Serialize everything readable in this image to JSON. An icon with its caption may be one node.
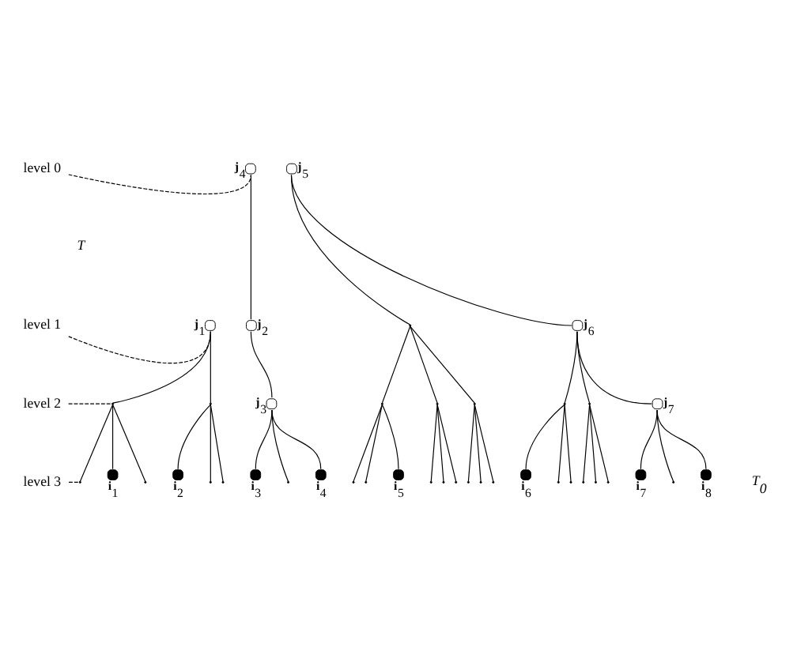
{
  "diagram": {
    "nodes": [
      {
        "text": [
          "level 0"
        ]
      },
      {
        "text": [
          "**j**$_{4}$"
        ]
      },
      {
        "text": [
          "**j**$_{5}$"
        ]
      },
      {
        "text": [
          "level 1"
        ]
      },
      {
        "text": [
          "**j**$_{1}$"
        ]
      },
      {
        "text": [
          "**j**$_{2}$"
        ]
      },
      {
        "text": [],
        "shape": "point"
      },
      {
        "text": [
          "**j**$_{6}$"
        ]
      },
      {
        "text": [
          "level 2"
        ]
      },
      {
        "text": [],
        "shape": "point"
      },
      {
        "text": [],
        "shape": "point"
      },
      {
        "text": [
          "**j**$_{3}$"
        ]
      },
      {
        "text": [],
        "shape": "point"
      },
      {
        "text": [],
        "shape": "point"
      },
      {
        "text": [],
        "shape": "point"
      },
      {
        "text": [],
        "shape": "point"
      },
      {
        "text": [],
        "shape": "point"
      },
      {
        "text": [
          "**j**$_{7}$"
        ]
      },
      {
        "text": [
          "level 3"
        ]
      },
      {
        "text": [],
        "shape": "point"
      },
      {
        "text": [
          "**i**$_{1}$"
        ]
      },
      {
        "text": [],
        "shape": "point"
      },
      {
        "text": [
          "**i**$_{2}$"
        ]
      },
      {
        "text": [],
        "shape": "point"
      },
      {
        "text": [],
        "shape": "point"
      },
      {
        "text": [
          "**i**$_{3}$"
        ]
      },
      {
        "text": [],
        "shape": "point"
      },
      {
        "text": [
          "**i**$_{4}$"
        ]
      },
      {
        "text": [],
        "shape": "point"
      },
      {
        "text": [],
        "shape": "point"
      },
      {
        "text": [
          "**i**$_{5}$"
        ]
      },
      {
        "text": [],
        "shape": "point"
      },
      {
        "text": [],
        "shape": "point"
      },
      {
        "text": [],
        "shape": "point"
      },
      {
        "text": [],
        "shape": "point"
      },
      {
        "text": [],
        "shape": "point"
      },
      {
        "text": [],
        "shape": "point"
      },
      {
        "text": [
          "**i**$_{6}$"
        ]
      },
      {
        "text": [],
        "shape": "point"
      },
      {
        "text": [],
        "shape": "point"
      },
      {
        "text": [],
        "shape": "point"
      },
      {
        "text": [],
        "shape": "point"
      },
      {
        "text": [],
        "shape": "point"
      },
      {
        "text": [
          "**i**$_{7}$"
        ]
      },
      {
        "text": [],
        "shape": "point"
      },
      {
        "text": [
          "**i**$_{8}$"
        ]
      }
    ],
    "edges": [
      {
        "from": 0,
        "to": 1,
        "arrow": "none",
        "style": "dashed"
      },
      {
        "from": 3,
        "to": 4,
        "arrow": "none",
        "style": "dashed"
      },
      {
        "from": 8,
        "to": 9,
        "arrow": "none",
        "style": "dashed"
      },
      {
        "from": 18,
        "to": 19,
        "arrow": "none",
        "style": "dashed"
      },
      {
        "from": 1,
        "to": 5,
        "arrow": "none"
      },
      {
        "from": 2,
        "to": 6,
        "arrow": "none"
      },
      {
        "from": 2,
        "to": 7,
        "arrow": "none"
      },
      {
        "from": 4,
        "to": 9,
        "arrow": "none"
      },
      {
        "from": 4,
        "to": 10,
        "arrow": "none"
      },
      {
        "from": 5,
        "to": 11,
        "arrow": "none"
      },
      {
        "from": 6,
        "to": 12,
        "arrow": "none"
      },
      {
        "from": 6,
        "to": 13,
        "arrow": "none"
      },
      {
        "from": 6,
        "to": 14,
        "arrow": "none"
      },
      {
        "from": 7,
        "to": 15,
        "arrow": "none"
      },
      {
        "from": 7,
        "to": 16,
        "arrow": "none"
      },
      {
        "from": 7,
        "to": 17,
        "arrow": "none"
      },
      {
        "from": 9,
        "to": 19,
        "arrow": "none"
      },
      {
        "from": 9,
        "to": 20,
        "arrow": "none"
      },
      {
        "from": 9,
        "to": 21,
        "arrow": "none"
      },
      {
        "from": 10,
        "to": 22,
        "arrow": "none"
      },
      {
        "from": 10,
        "to": 23,
        "arrow": "none"
      },
      {
        "from": 10,
        "to": 24,
        "arrow": "none"
      },
      {
        "from": 11,
        "to": 25,
        "arrow": "none"
      },
      {
        "from": 11,
        "to": 26,
        "arrow": "none"
      },
      {
        "from": 11,
        "to": 27,
        "arrow": "none"
      },
      {
        "from": 12,
        "to": 28,
        "arrow": "none"
      },
      {
        "from": 12,
        "to": 29,
        "arrow": "none"
      },
      {
        "from": 12,
        "to": 30,
        "arrow": "none"
      },
      {
        "from": 13,
        "to": 31,
        "arrow": "none"
      },
      {
        "from": 13,
        "to": 32,
        "arrow": "none"
      },
      {
        "from": 13,
        "to": 33,
        "arrow": "none"
      },
      {
        "from": 14,
        "to": 34,
        "arrow": "none"
      },
      {
        "from": 14,
        "to": 35,
        "arrow": "none"
      },
      {
        "from": 14,
        "to": 36,
        "arrow": "none"
      },
      {
        "from": 15,
        "to": 37,
        "arrow": "none"
      },
      {
        "from": 15,
        "to": 38,
        "arrow": "none"
      },
      {
        "from": 15,
        "to": 39,
        "arrow": "none"
      },
      {
        "from": 16,
        "to": 40,
        "arrow": "none"
      },
      {
        "from": 16,
        "to": 41,
        "arrow": "none"
      },
      {
        "from": 16,
        "to": 42,
        "arrow": "none"
      },
      {
        "from": 17,
        "to": 43,
        "arrow": "none"
      },
      {
        "from": 17,
        "to": 44,
        "arrow": "none"
      },
      {
        "from": 17,
        "to": 45,
        "arrow": "none"
      }
    ],
    "labels": [
      "T",
      "T$_{0}$"
    ]
  }
}
